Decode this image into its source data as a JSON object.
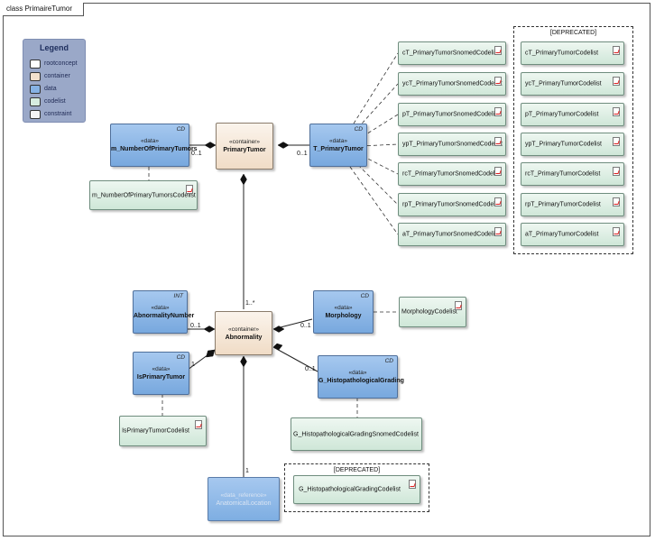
{
  "diagram": {
    "frame_title": "class PrimaireTumor"
  },
  "legend": {
    "title": "Legend",
    "items": [
      {
        "label": "rootconcept",
        "color": "#ffffff"
      },
      {
        "label": "container",
        "color": "#f3e0cc"
      },
      {
        "label": "data",
        "color": "#86b2e4"
      },
      {
        "label": "codelist",
        "color": "#d6ecdf"
      },
      {
        "label": "constraint",
        "color": "#f4f4f4"
      }
    ]
  },
  "classes": {
    "primary_tumor": {
      "stereotype": "«container»",
      "name": "PrimaryTumor"
    },
    "abnormality": {
      "stereotype": "«container»",
      "name": "Abnormality"
    },
    "m_number": {
      "stereotype": "«data»",
      "name": "m_NumberOfPrimaryTumors",
      "type": "CD"
    },
    "t_primary": {
      "stereotype": "«data»",
      "name": "T_PrimaryTumor",
      "type": "CD"
    },
    "abnormality_number": {
      "stereotype": "«data»",
      "name": "AbnormalityNumber",
      "type": "INT"
    },
    "morphology": {
      "stereotype": "«data»",
      "name": "Morphology",
      "type": "CD"
    },
    "is_primary": {
      "stereotype": "«data»",
      "name": "IsPrimaryTumor",
      "type": "CD"
    },
    "g_histo": {
      "stereotype": "«data»",
      "name": "G_HistopathologicalGrading",
      "type": "CD"
    },
    "anatomical": {
      "stereotype": "«data_reference»",
      "name": "AnatomicalLocation"
    }
  },
  "codelists": {
    "m_number": "m_NumberOfPrimaryTumorsCodelist",
    "morphology": "MorphologyCodelist",
    "is_primary": "IsPrimaryTumorCodelist",
    "g_histo_snomed": "G_HistopathologicalGradingSnomedCodelist",
    "snomed": [
      "cT_PrimaryTumorSnomedCodelist",
      "ycT_PrimaryTumorSnomedCodelist",
      "pT_PrimaryTumorSnomedCodelist",
      "ypT_PrimaryTumorSnomedCodelist",
      "rcT_PrimaryTumorSnomedCodelist",
      "rpT_PrimaryTumorSnomedCodelist",
      "aT_PrimaryTumorSnomedCodelist"
    ]
  },
  "deprecated_tumor": {
    "label": "[DEPRECATED]",
    "items": [
      "cT_PrimaryTumorCodelist",
      "ycT_PrimaryTumorCodelist",
      "pT_PrimaryTumorCodelist",
      "ypT_PrimaryTumorCodelist",
      "rcT_PrimaryTumorCodelist",
      "rpT_PrimaryTumorCodelist",
      "aT_PrimaryTumorCodelist"
    ]
  },
  "deprecated_grading": {
    "label": "[DEPRECATED]",
    "items": [
      "G_HistopathologicalGradingCodelist"
    ]
  },
  "multiplicities": {
    "m_number": "0..1",
    "t_primary": "0..1",
    "abnormality": "1..*",
    "abnormality_number": "0..1",
    "morphology": "0..1",
    "is_primary": "1",
    "g_histo": "0..1",
    "anatomical": "1"
  }
}
